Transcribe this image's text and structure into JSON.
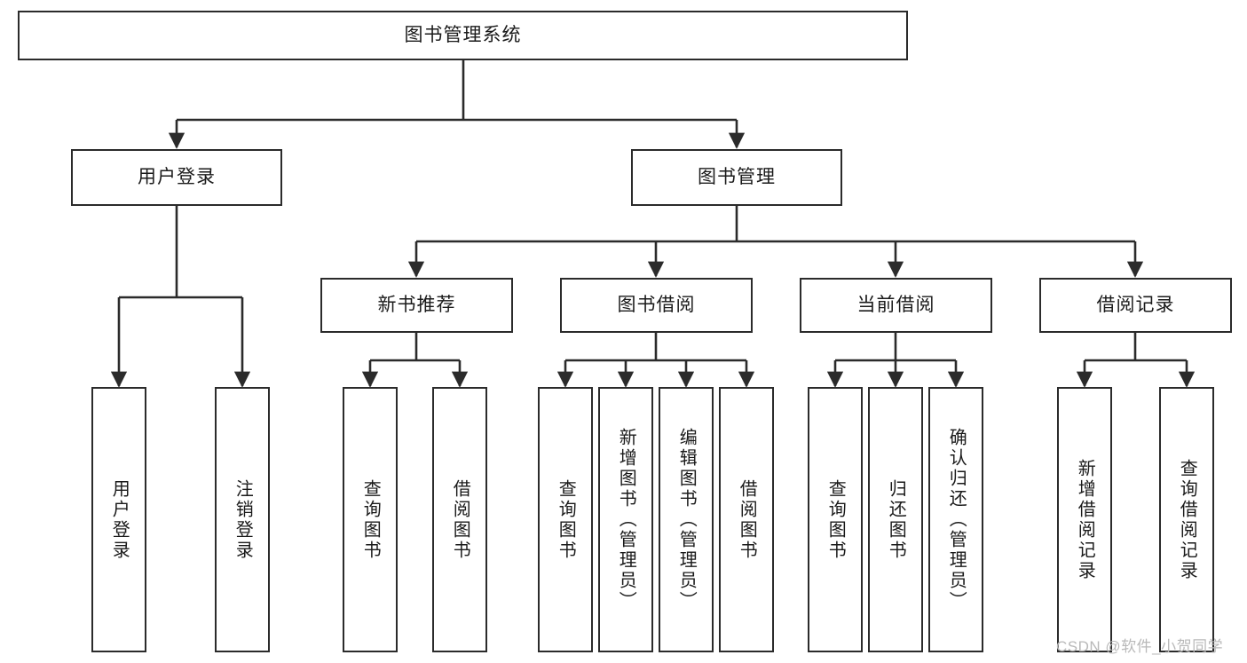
{
  "diagram": {
    "type": "tree-hierarchy-chart",
    "title": "图书管理系统",
    "root": {
      "label": "图书管理系统"
    },
    "level2": [
      {
        "id": "user-login",
        "label": "用户登录"
      },
      {
        "id": "book-management",
        "label": "图书管理"
      }
    ],
    "level3": [
      {
        "id": "new-book-recommend",
        "label": "新书推荐",
        "parent": "book-management"
      },
      {
        "id": "book-borrow",
        "label": "图书借阅",
        "parent": "book-management"
      },
      {
        "id": "current-borrow",
        "label": "当前借阅",
        "parent": "book-management"
      },
      {
        "id": "borrow-record",
        "label": "借阅记录",
        "parent": "book-management"
      }
    ],
    "leaves": {
      "user_login": [
        {
          "id": "leaf-user-login",
          "label": "用户登录"
        },
        {
          "id": "leaf-logout-login",
          "label": "注销登录"
        }
      ],
      "new_book_recommend": [
        {
          "id": "leaf-query-book-1",
          "label": "查询图书"
        },
        {
          "id": "leaf-borrow-book-1",
          "label": "借阅图书"
        }
      ],
      "book_borrow": [
        {
          "id": "leaf-query-book-2",
          "label": "查询图书"
        },
        {
          "id": "leaf-add-book",
          "label": "新增图书（管理员）"
        },
        {
          "id": "leaf-edit-book",
          "label": "编辑图书（管理员）"
        },
        {
          "id": "leaf-borrow-book-2",
          "label": "借阅图书"
        }
      ],
      "current_borrow": [
        {
          "id": "leaf-query-book-3",
          "label": "查询图书"
        },
        {
          "id": "leaf-return-book",
          "label": "归还图书"
        },
        {
          "id": "leaf-confirm-return",
          "label": "确认归还（管理员）"
        }
      ],
      "borrow_record": [
        {
          "id": "leaf-add-record",
          "label": "新增借阅记录"
        },
        {
          "id": "leaf-query-record",
          "label": "查询借阅记录"
        }
      ]
    },
    "colors": {
      "stroke": "#2b2b2b",
      "fill": "#ffffff",
      "text": "#1a1a1a",
      "watermark": "#b9b9b9"
    }
  },
  "watermark": {
    "text": "CSDN @软件_小贺同学"
  }
}
